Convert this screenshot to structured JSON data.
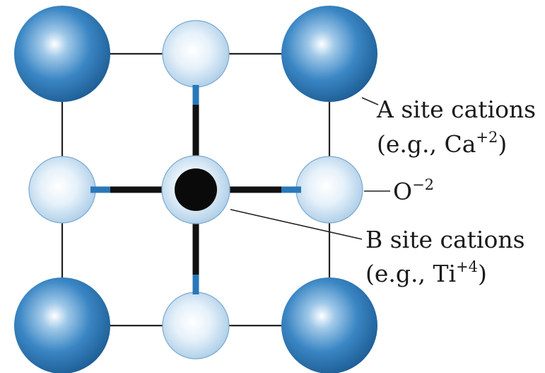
{
  "labels": {
    "a_site_line1": "A site cations",
    "a_site_line2_prefix": "(e.g., Ca",
    "a_site_line2_sup": "+2",
    "a_site_line2_suffix": ")",
    "oxygen_base": "O",
    "oxygen_sup": "−2",
    "b_site_line1": "B site cations",
    "b_site_line2_prefix": "(e.g., Ti",
    "b_site_line2_sup": "+4",
    "b_site_line2_suffix": ")"
  },
  "colors": {
    "a_site_atom": "#2f7ab8",
    "oxygen_atom": "#c3dcf0",
    "b_site_atom": "#0a0a0a",
    "bond": "#111111",
    "bond_tip": "#2a78b8",
    "cell_edge": "#222222"
  }
}
